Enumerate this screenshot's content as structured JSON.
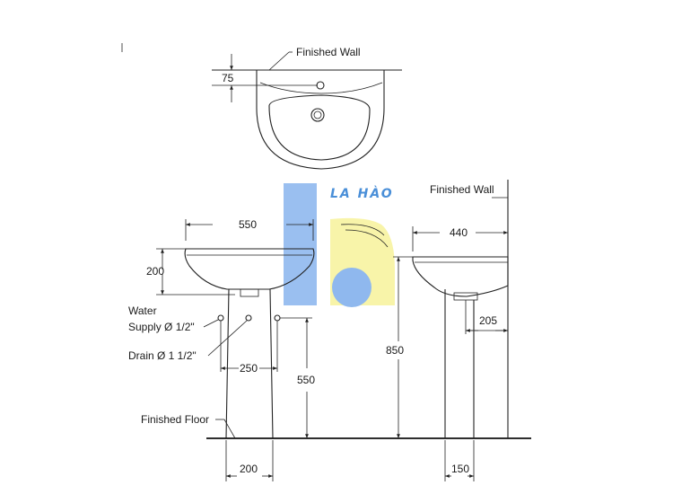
{
  "top_view": {
    "finished_wall_label": "Finished Wall",
    "dim_75": "75"
  },
  "front_view": {
    "dim_width": "550",
    "dim_height_basin": "200",
    "water_supply_label_1": "Water",
    "water_supply_label_2": "Supply Ø 1/2\"",
    "drain_label": "Drain Ø 1 1/2\"",
    "dim_supply_spacing": "250",
    "dim_supply_height": "550",
    "finished_floor_label": "Finished Floor",
    "dim_pedestal_width": "200"
  },
  "side_view": {
    "finished_wall_label": "Finished Wall",
    "dim_depth": "440",
    "dim_total_height": "850",
    "dim_drain_offset": "205",
    "dim_pedestal_depth": "150"
  },
  "watermark": {
    "brand_text": "LA HÀO",
    "colors": {
      "blue": "#8fb8ee",
      "yellow": "#f7f3a0"
    }
  }
}
